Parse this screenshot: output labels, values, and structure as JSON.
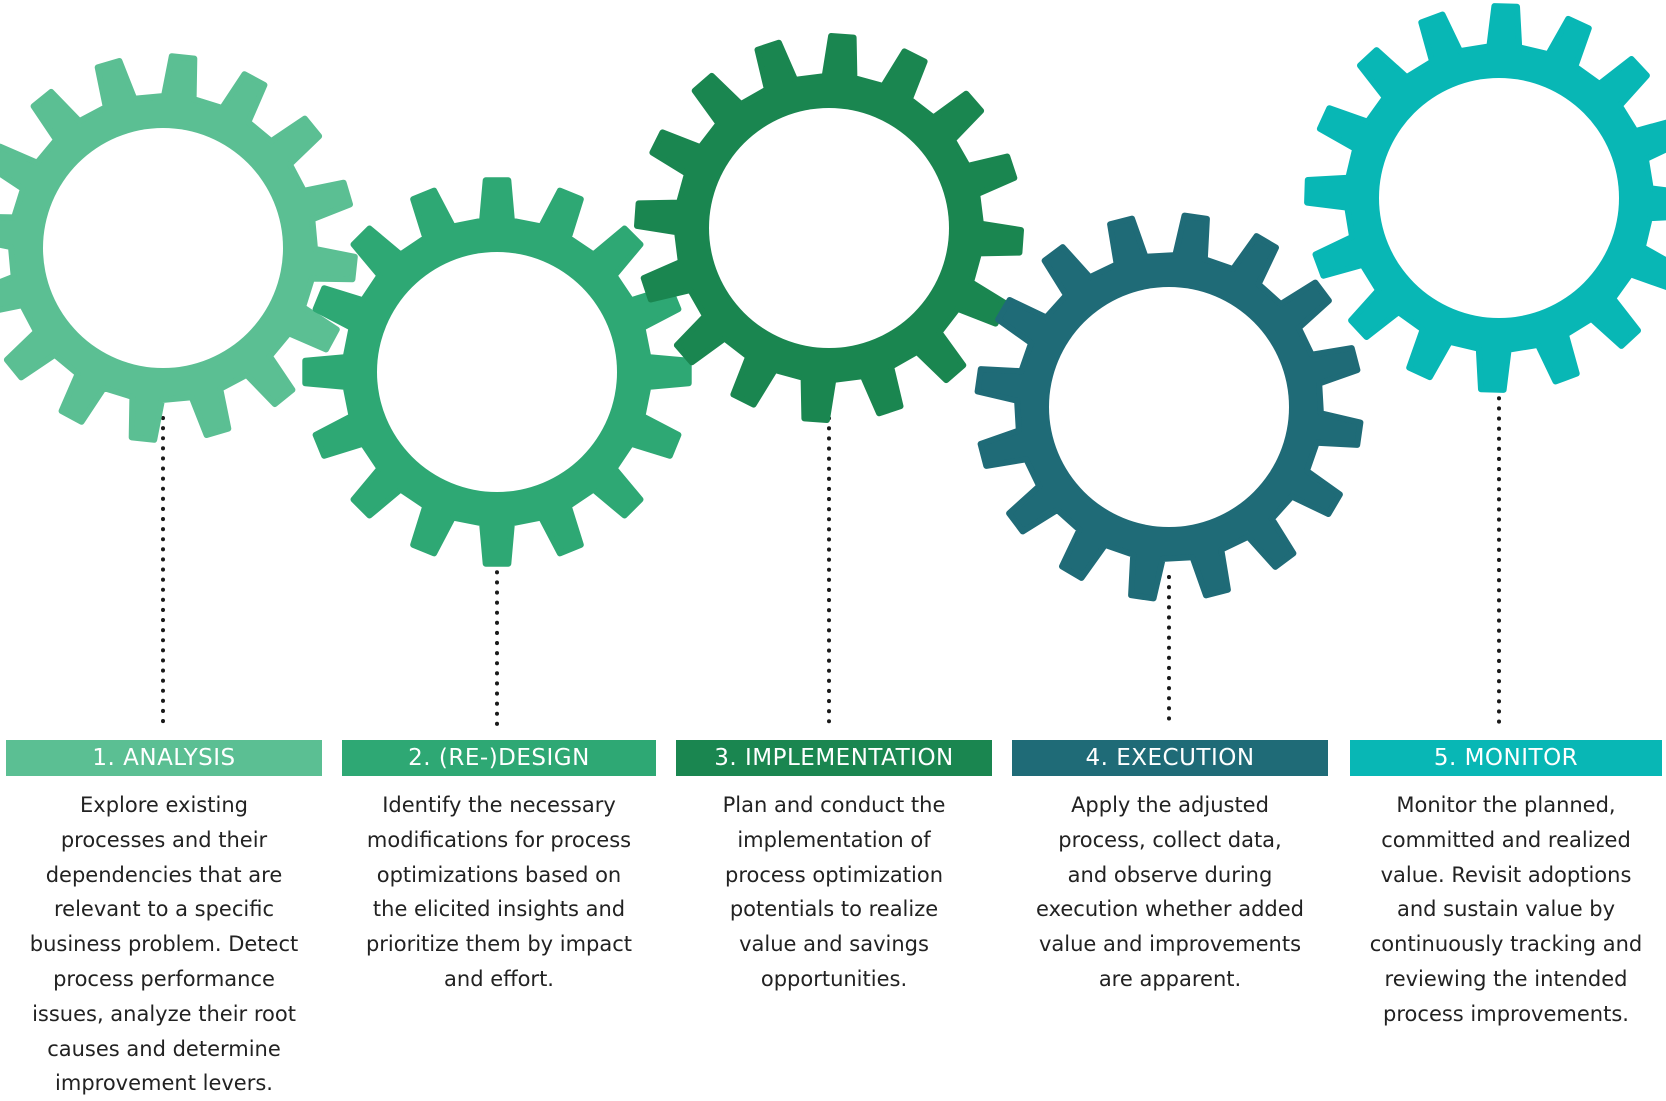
{
  "steps": [
    {
      "label": "1. ANALYSIS",
      "color": "#5bbf93",
      "description_lines": [
        "Explore existing",
        "processes and their",
        "dependencies that are",
        "relevant to a specific",
        "business problem. Detect",
        "process performance",
        "issues, analyze their root",
        "causes and determine",
        "improvement levers."
      ]
    },
    {
      "label": "2. (RE-)DESIGN",
      "color": "#2ea874",
      "description_lines": [
        "Identify the necessary",
        "modifications for process",
        "optimizations based on",
        "the elicited insights and",
        "prioritize them by impact",
        "and effort."
      ]
    },
    {
      "label": "3. IMPLEMENTATION",
      "color": "#1a8650",
      "description_lines": [
        "Plan and conduct the",
        "implementation of",
        "process optimization",
        "potentials to realize",
        "value and savings",
        "opportunities."
      ]
    },
    {
      "label": "4. EXECUTION",
      "color": "#1f6b77",
      "description_lines": [
        "Apply the adjusted",
        "process, collect data,",
        "and observe during",
        "execution whether added",
        "value and improvements",
        "are apparent."
      ]
    },
    {
      "label": "5. MONITOR",
      "color": "#08b7b5",
      "description_lines": [
        "Monitor the planned,",
        "committed and realized",
        "value. Revisit adoptions",
        "and sustain value by",
        "continuously tracking and",
        "reviewing the intended",
        "process improvements."
      ]
    }
  ],
  "gear_icon": "gear-icon",
  "connector_style": "dotted-line"
}
